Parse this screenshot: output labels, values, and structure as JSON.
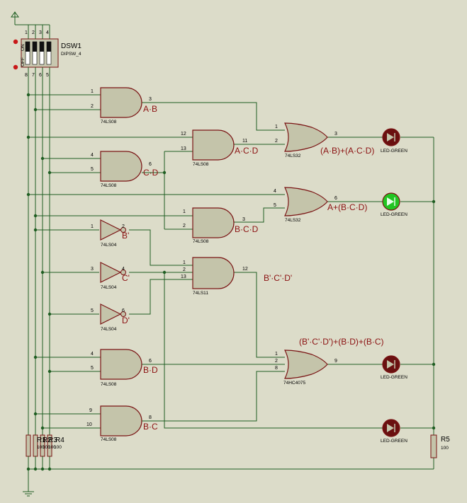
{
  "dipswitch": {
    "ref": "DSW1",
    "part": "DIPSW_4",
    "top_pins": [
      "1",
      "2",
      "3",
      "4"
    ],
    "bottom_pins": [
      "8",
      "7",
      "6",
      "5"
    ],
    "on_mark": "ON",
    "off_mark": "OFF"
  },
  "pullups": {
    "labels": [
      "R1",
      "R2",
      "R3",
      "R4"
    ],
    "value": "100"
  },
  "gates": [
    {
      "id": "u1",
      "part": "74LS08",
      "in": [
        "1",
        "2"
      ],
      "out": "3",
      "expr": "A·B"
    },
    {
      "id": "u2",
      "part": "74LS08",
      "in": [
        "12",
        "13"
      ],
      "out": "11",
      "expr": "A·C·D"
    },
    {
      "id": "u3",
      "part": "74LS08",
      "in": [
        "4",
        "5"
      ],
      "out": "6",
      "expr": "C·D"
    },
    {
      "id": "u4",
      "part": "74LS32",
      "in": [
        "1",
        "2"
      ],
      "out": "3",
      "expr": "(A·B)+(A·C·D)"
    },
    {
      "id": "u5",
      "part": "74LS32",
      "in": [
        "4",
        "5"
      ],
      "out": "6",
      "expr": "A+(B·C·D)"
    },
    {
      "id": "u6",
      "part": "74LS08",
      "in": [
        "1",
        "2"
      ],
      "out": "3",
      "expr": "B·C·D"
    },
    {
      "id": "n1",
      "part": "74LS04",
      "in": [
        "1"
      ],
      "out": "2",
      "expr": "B'"
    },
    {
      "id": "n2",
      "part": "74LS04",
      "in": [
        "3"
      ],
      "out": "4",
      "expr": "C'"
    },
    {
      "id": "n3",
      "part": "74LS04",
      "in": [
        "5"
      ],
      "out": "6",
      "expr": "D'"
    },
    {
      "id": "u7",
      "part": "74LS11",
      "in": [
        "1",
        "2",
        "13"
      ],
      "out": "12",
      "expr": "B'·C'·D'"
    },
    {
      "id": "u8",
      "part": "74LS08",
      "in": [
        "4",
        "5"
      ],
      "out": "6",
      "expr": "B·D"
    },
    {
      "id": "u9",
      "part": "74HC4075",
      "in": [
        "1",
        "2",
        "8"
      ],
      "out": "9",
      "expr": "(B'·C'·D')+(B·D)+(B·C)"
    },
    {
      "id": "u10",
      "part": "74LS08",
      "in": [
        "9",
        "10"
      ],
      "out": "8",
      "expr": "B·C"
    }
  ],
  "leds": [
    {
      "id": "led1",
      "label": "LED-GREEN",
      "state": "off",
      "color": "#6a1010"
    },
    {
      "id": "led2",
      "label": "LED-GREEN",
      "state": "on",
      "color": "#22c422"
    },
    {
      "id": "led3",
      "label": "LED-GREEN",
      "state": "off",
      "color": "#6a1010"
    },
    {
      "id": "led4",
      "label": "LED-GREEN",
      "state": "off",
      "color": "#6a1010"
    }
  ],
  "resistor": {
    "ref": "R5",
    "value": "100"
  }
}
